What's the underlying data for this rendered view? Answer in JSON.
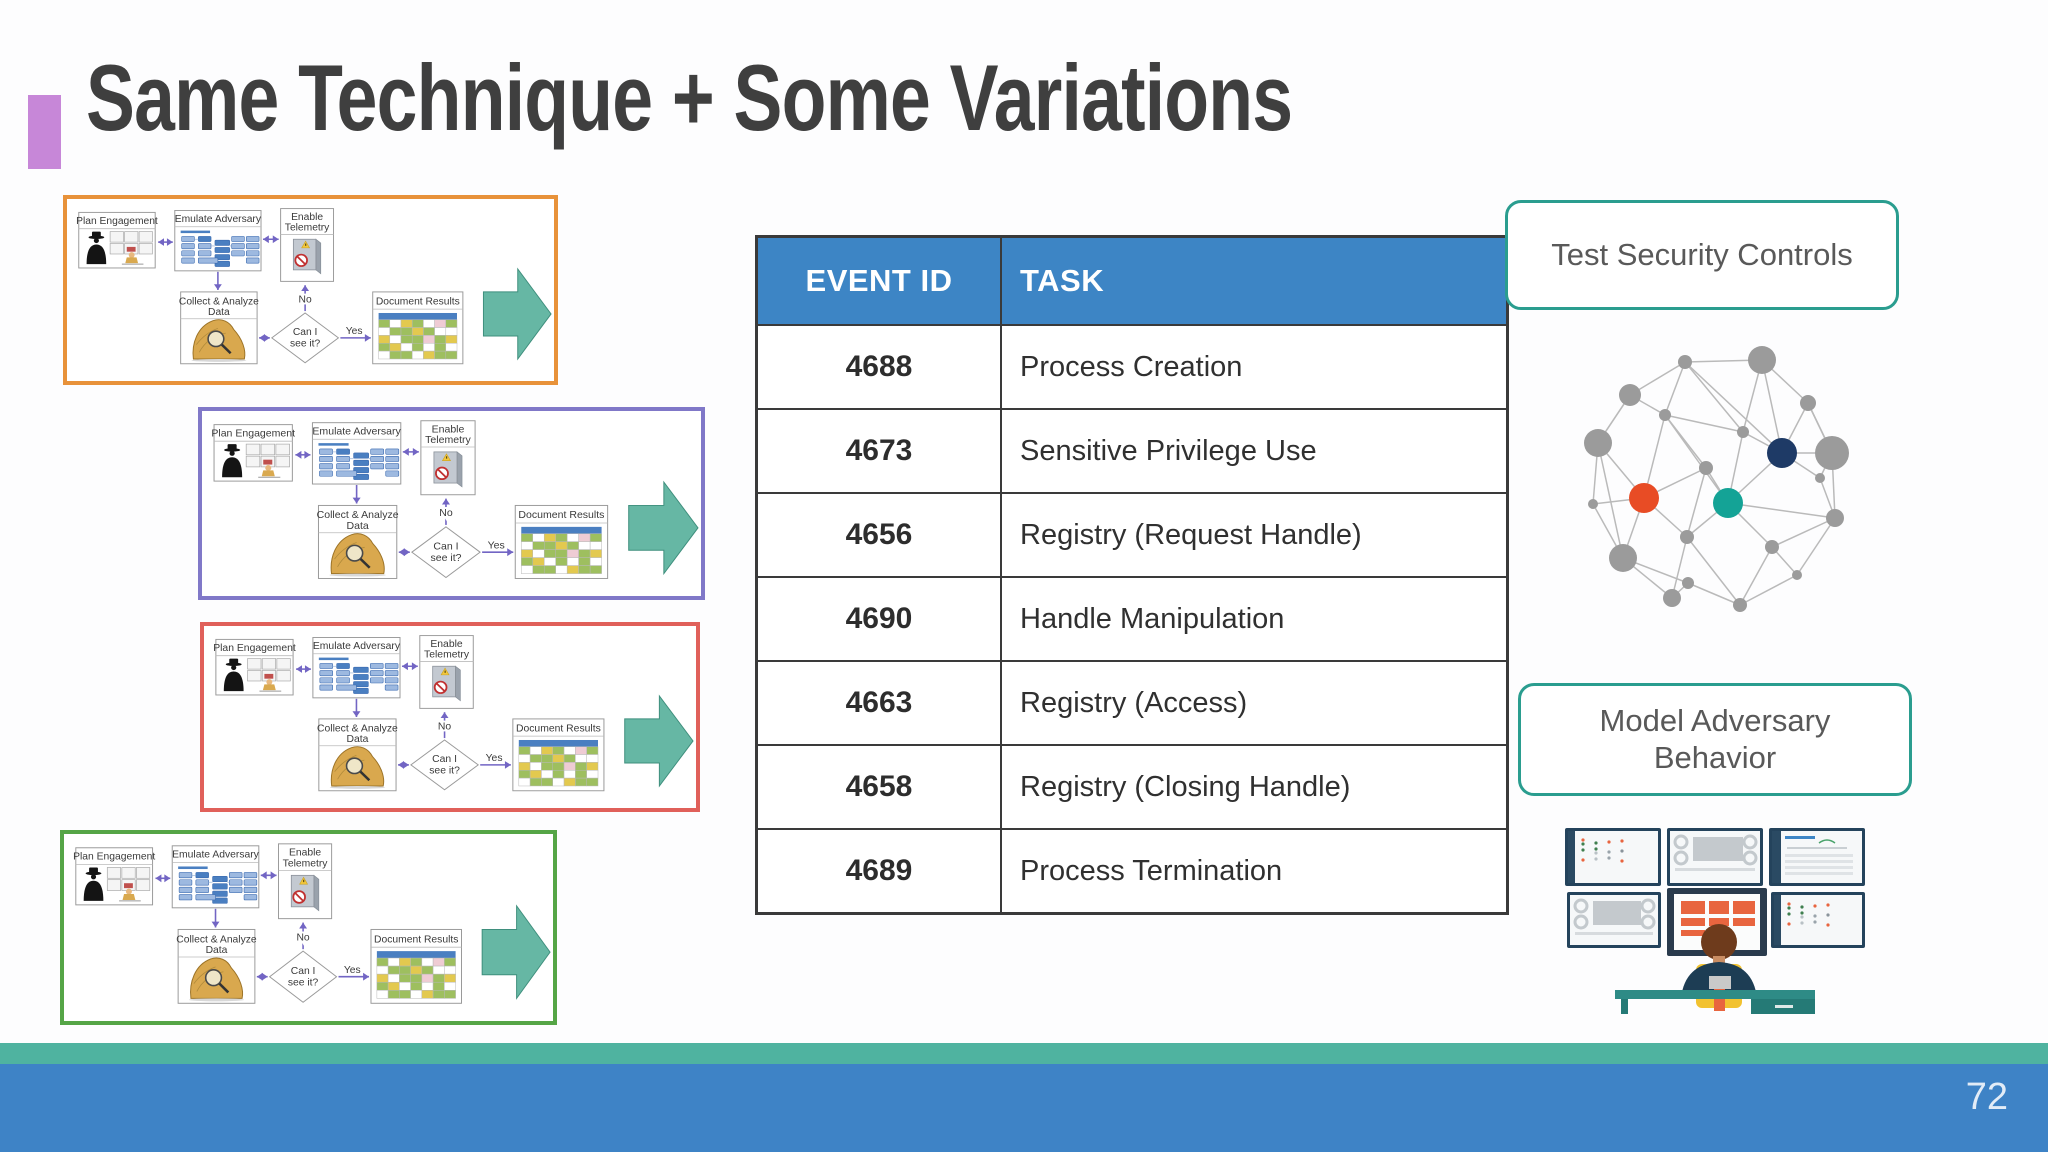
{
  "slide": {
    "title": "Same Technique + Some Variations",
    "page_number": "72",
    "accent_color": "#c787d8",
    "title_color": "#3f3f3f"
  },
  "flow_panels": [
    {
      "id": "variation-1",
      "border_color": "#e8923a"
    },
    {
      "id": "variation-2",
      "border_color": "#8078c8"
    },
    {
      "id": "variation-3",
      "border_color": "#e0605a"
    },
    {
      "id": "variation-4",
      "border_color": "#55a546"
    }
  ],
  "flowchart": {
    "labels": {
      "plan": "Plan Engagement",
      "emulate": "Emulate Adversary",
      "telemetry1": "Enable",
      "telemetry2": "Telemetry",
      "collect1": "Collect & Analyze",
      "collect2": "Data",
      "decision1": "Can I",
      "decision2": "see it?",
      "no": "No",
      "yes": "Yes",
      "document": "Document Results"
    },
    "connector_color": "#7265c4",
    "big_arrow_color": "#66b7a4",
    "big_arrow_stroke": "#3f8f7d"
  },
  "table": {
    "header_bg": "#3d85c5",
    "border_color": "#3a3a3a",
    "headers": [
      "EVENT ID",
      "TASK"
    ],
    "rows": [
      {
        "event_id": "4688",
        "task": "Process Creation"
      },
      {
        "event_id": "4673",
        "task": "Sensitive Privilege Use"
      },
      {
        "event_id": "4656",
        "task": "Registry (Request Handle)"
      },
      {
        "event_id": "4690",
        "task": "Handle Manipulation"
      },
      {
        "event_id": "4663",
        "task": "Registry (Access)"
      },
      {
        "event_id": "4658",
        "task": "Registry (Closing Handle)"
      },
      {
        "event_id": "4689",
        "task": "Process Termination"
      }
    ]
  },
  "callouts": [
    {
      "label": "Test Security Controls"
    },
    {
      "label": "Model Adversary Behavior"
    }
  ],
  "network": {
    "node_color": "#9b9b9b",
    "edge_color": "#bababa",
    "highlight_orange": "#e84c25",
    "highlight_teal": "#14a396",
    "highlight_navy": "#1e3a66"
  },
  "monitors": {
    "bezel_color": "#24435c",
    "screen_color": "#f6f8f9",
    "accent_orange": "#e8653f",
    "desk_color": "#2e8b86",
    "chair_color": "#f2c230",
    "shirt_color": "#1d3d54",
    "hair_color": "#6e3b1c"
  },
  "footer": {
    "teal": "#4fb3a0",
    "blue": "#3e83c6"
  }
}
